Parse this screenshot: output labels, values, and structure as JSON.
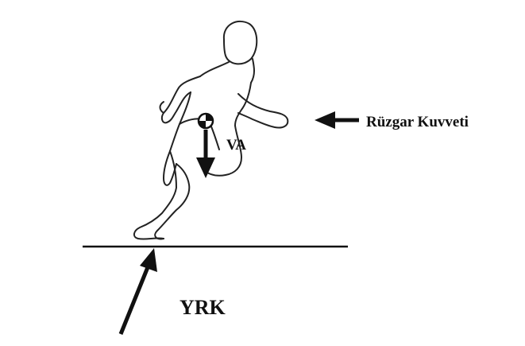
{
  "labels": {
    "wind_force": "Rüzgar Kuvveti",
    "body_weight": "VA",
    "ground_reaction_force": "YRK"
  },
  "colors": {
    "ink": "#111111",
    "background": "#ffffff"
  }
}
